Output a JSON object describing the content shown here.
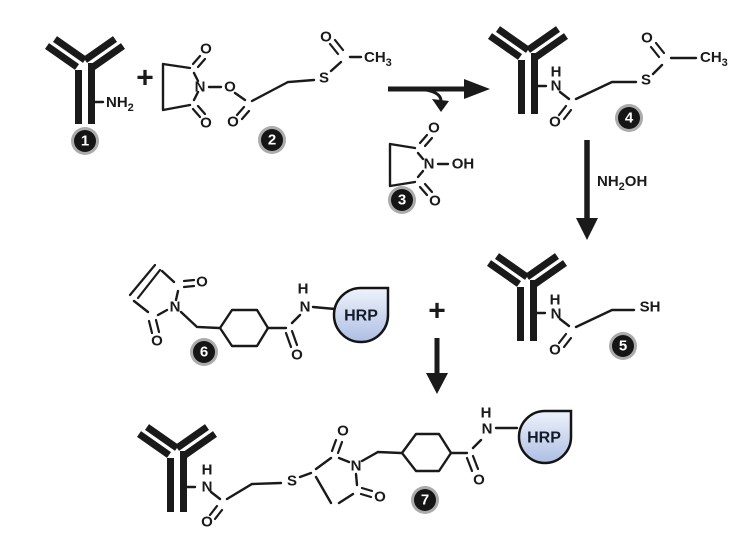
{
  "diagram": {
    "kind": "chemical-reaction-scheme",
    "background": "#ffffff",
    "line_color": "#1a1a1a",
    "hrp_fill_top": "#eef2fb",
    "hrp_fill_bottom": "#aebfe4",
    "badge_ring_color": "#ababab",
    "badge_fill": "#151515",
    "badge_text_color": "#ffffff"
  },
  "atoms": {
    "o": "O",
    "n": "N",
    "h": "H",
    "s": "S",
    "oh": "OH",
    "sh": "SH"
  },
  "formulas": {
    "nh2": {
      "base": "NH",
      "sub": "2"
    },
    "ch3": {
      "base": "CH",
      "sub": "3"
    },
    "nh2oh": {
      "base": "NH",
      "sub": "2",
      "rest": "OH"
    }
  },
  "operators": {
    "plus": "+"
  },
  "enzyme": {
    "label": "HRP"
  },
  "steps": [
    "1",
    "2",
    "3",
    "4",
    "5",
    "6",
    "7"
  ]
}
